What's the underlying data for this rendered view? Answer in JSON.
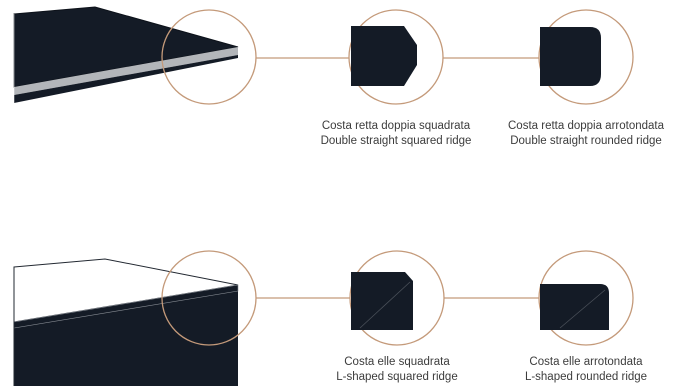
{
  "colors": {
    "panel": "#141b26",
    "accent": "#c49a7a",
    "edge_light": "#b3b6ba",
    "text": "#3c3c3c"
  },
  "rows": [
    {
      "name": "double-straight",
      "profiles": [
        {
          "label_it": "Costa retta doppia squadrata",
          "label_en": "Double straight squared ridge",
          "shape": "chamfered-square"
        },
        {
          "label_it": "Costa retta doppia arrotondata",
          "label_en": "Double straight rounded ridge",
          "shape": "rounded-square"
        }
      ]
    },
    {
      "name": "l-shaped",
      "profiles": [
        {
          "label_it": "Costa elle squadrata",
          "label_en": "L-shaped squared ridge",
          "shape": "l-squared"
        },
        {
          "label_it": "Costa elle arrotondata",
          "label_en": "L-shaped rounded ridge",
          "shape": "l-rounded"
        }
      ]
    }
  ]
}
